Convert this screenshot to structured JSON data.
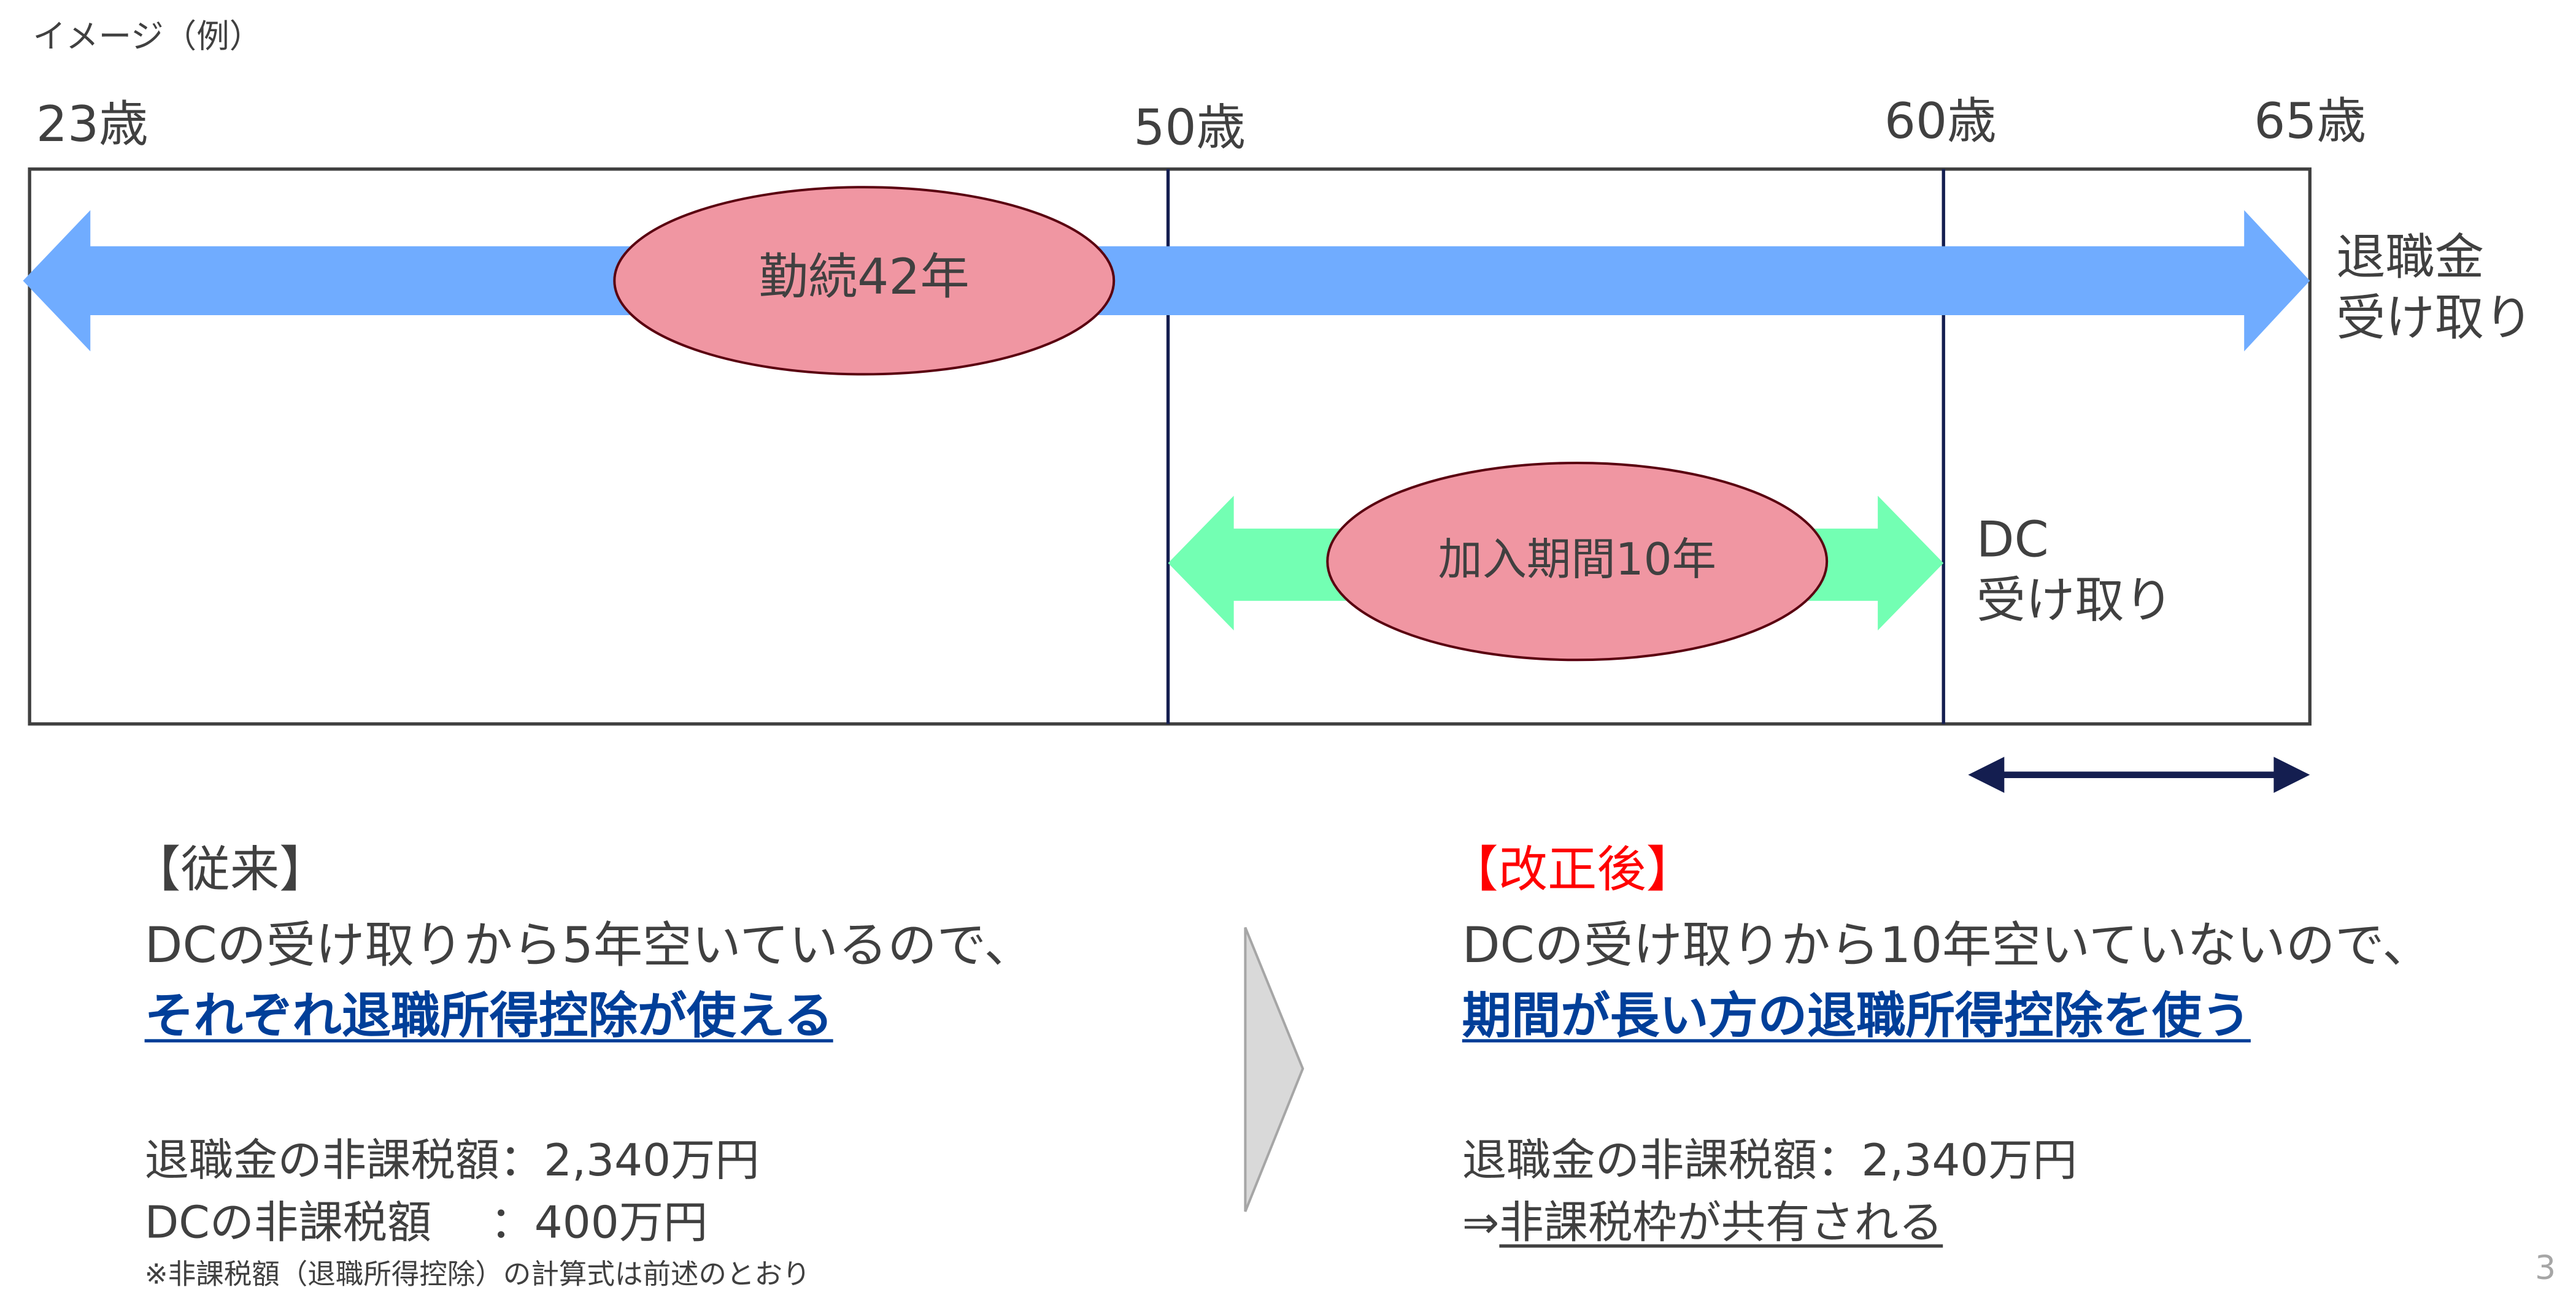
{
  "caption": "イメージ（例）",
  "ages": [
    "23歳",
    "50歳",
    "60歳",
    "65歳"
  ],
  "timeline": {
    "tenure_label": "勤続42年",
    "retirement_label_1": "退職金",
    "retirement_label_2": "受け取り",
    "dc_period_label": "加入期間10年",
    "dc_label_1": "DC",
    "dc_label_2": "受け取り"
  },
  "before": {
    "heading": "【従来】",
    "line1": "DCの受け取りから5年空いているので、",
    "line2": "それぞれ退職所得控除が使える",
    "line3": "退職金の非課税額：2,340万円",
    "line4": "DCの非課税額　 ：400万円",
    "note": "※非課税額（退職所得控除）の計算式は前述のとおり"
  },
  "after": {
    "heading": "【改正後】",
    "line1": "DCの受け取りから10年空いていないので、",
    "line2": "期間が長い方の退職所得控除を使う",
    "line3": "退職金の非課税額：2,340万円",
    "line4_prefix": "⇒",
    "line4": "非課税枠が共有される"
  },
  "page_number": "3",
  "colors": {
    "blue_arrow": "#70acff",
    "green_arrow": "#73ffb3",
    "ellipse": "#f096a2",
    "accent_red": "#ff0000",
    "accent_blue": "#003f99",
    "navy": "#141e50"
  }
}
